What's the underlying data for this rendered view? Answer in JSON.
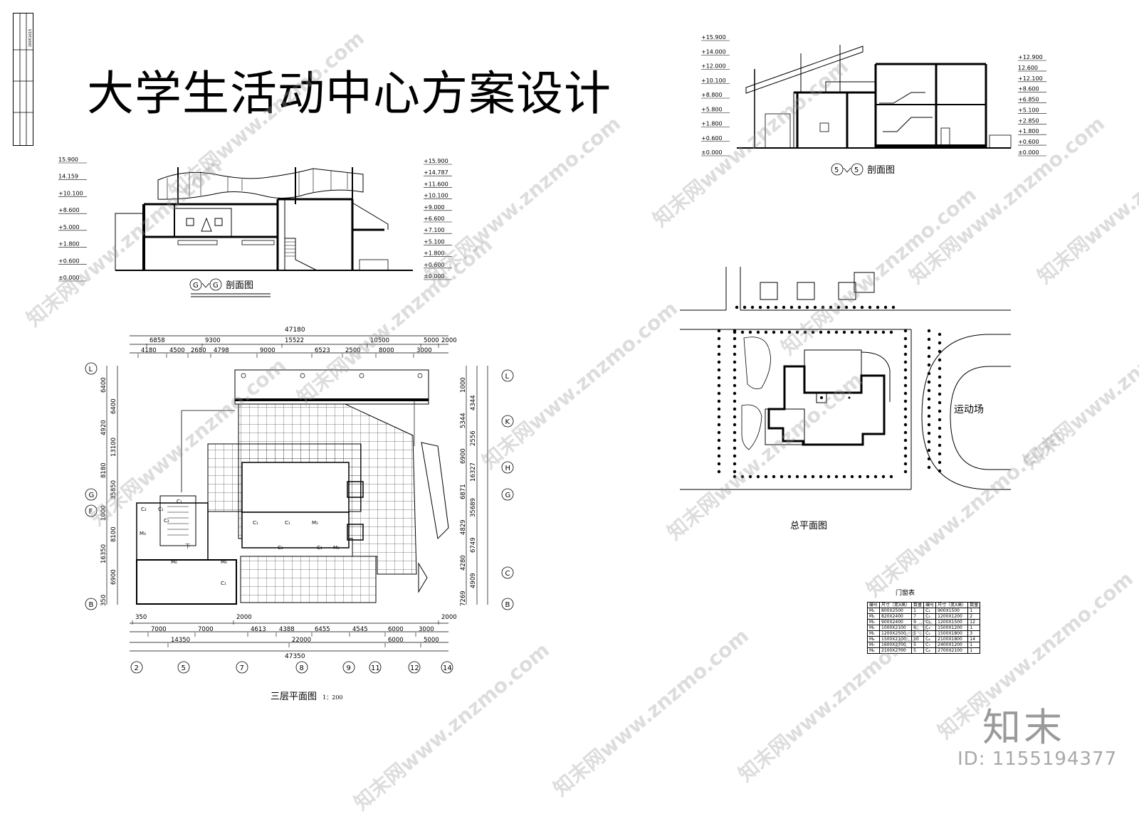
{
  "title": "大学生活动中心方案设计",
  "title_block": {
    "no": "20051615"
  },
  "section_gg": {
    "caption": "剖面图",
    "axis_a": "G",
    "axis_b": "G",
    "left_levels": [
      "15.900",
      "14.159",
      "+10.100",
      "+8.600",
      "+5.000",
      "+1.800",
      "+0.600",
      "±0.000"
    ],
    "right_levels": [
      "+15.900",
      "+14.787",
      "+11.600",
      "+10.100",
      "+9.000",
      "+6.600",
      "+7.100",
      "+5.100",
      "+1.800",
      "+0.600",
      "±0.000"
    ]
  },
  "section_55": {
    "caption": "剖面图",
    "axis_a": "5",
    "axis_b": "5",
    "left_levels": [
      "+15.900",
      "+14.000",
      "+12.000",
      "+10.100",
      "+8.800",
      "+5.800",
      "+1.800",
      "+0.600",
      "±0.000"
    ],
    "right_levels": [
      "+12.900",
      "12.600",
      "+12.100",
      "+8.600",
      "+6.850",
      "+5.100",
      "+2.850",
      "+1.800",
      "+0.600",
      "±0.000"
    ]
  },
  "floor_plan": {
    "caption": "三层平面图",
    "scale": "1：200",
    "top_total": "47180",
    "top_row1": [
      "6858",
      "9300",
      "15522",
      "10500",
      "5000",
      "2000"
    ],
    "top_row2": [
      "4180",
      "4500",
      "2680",
      "4798",
      "9000",
      "6523",
      "2500",
      "8000",
      "3000"
    ],
    "bottom_row1": [
      "350",
      "2000",
      "2000"
    ],
    "bottom_row2": [
      "7000",
      "7000",
      "4613",
      "4388",
      "6455",
      "4545",
      "6000",
      "3000"
    ],
    "bottom_row3": [
      "14350",
      "22000",
      "6000",
      "5000"
    ],
    "bottom_total": "47350",
    "left_dims": [
      "6400",
      "6400",
      "4920",
      "13100",
      "8180",
      "35850",
      "1000",
      "8100",
      "16350",
      "6900",
      "350"
    ],
    "right_dims": [
      "1000",
      "4344",
      "5344",
      "2556",
      "6900",
      "16327",
      "6871",
      "35689",
      "4829",
      "6749",
      "4280",
      "4909",
      "7269"
    ],
    "axes_left": [
      "L",
      "G",
      "F",
      "B"
    ],
    "axes_right": [
      "L",
      "K",
      "H",
      "G",
      "C",
      "B"
    ],
    "axes_bottom": [
      "2",
      "5",
      "7",
      "8",
      "9",
      "11",
      "12",
      "14"
    ],
    "room_tags": [
      "C₂",
      "C₁",
      "C₂",
      "M₃",
      "C₁",
      "C₁",
      "C₁",
      "M₅",
      "C₁",
      "C₁",
      "M₅",
      "M₆",
      "M₆",
      "C₁",
      "下"
    ]
  },
  "site_plan": {
    "caption": "总平面图",
    "field_label": "运动场"
  },
  "door_window_table": {
    "caption": "门窗表",
    "headers": [
      "编号",
      "尺寸（宽X高）",
      "数量",
      "编号",
      "尺寸（宽X高）",
      "数量"
    ],
    "rows": [
      [
        "M₁",
        "800X2500",
        "1",
        "C₁",
        "900X1500",
        "1"
      ],
      [
        "M₂",
        "820X2400",
        "7",
        "C₂",
        "1200X1200",
        "2"
      ],
      [
        "M₃",
        "900X2400",
        "9",
        "C₃",
        "1200X1500",
        "12"
      ],
      [
        "M₄",
        "1000X2100",
        "6",
        "C₄",
        "1500X1200",
        "1"
      ],
      [
        "M₅",
        "1200X2500",
        "5",
        "C₅",
        "1500X1800",
        "3"
      ],
      [
        "M₆",
        "1500X2100",
        "10",
        "C₆",
        "2100X1800",
        "14"
      ],
      [
        "M₇",
        "1600X2700",
        "5",
        "C₇",
        "2400X1200",
        "1"
      ],
      [
        "M₈",
        "2100X2700",
        "5",
        "C₈",
        "2700X2100",
        "1"
      ]
    ]
  },
  "watermark": {
    "logo": "知末",
    "id": "ID: 1155194377",
    "repeat": "知末网www.znzmo.com"
  }
}
